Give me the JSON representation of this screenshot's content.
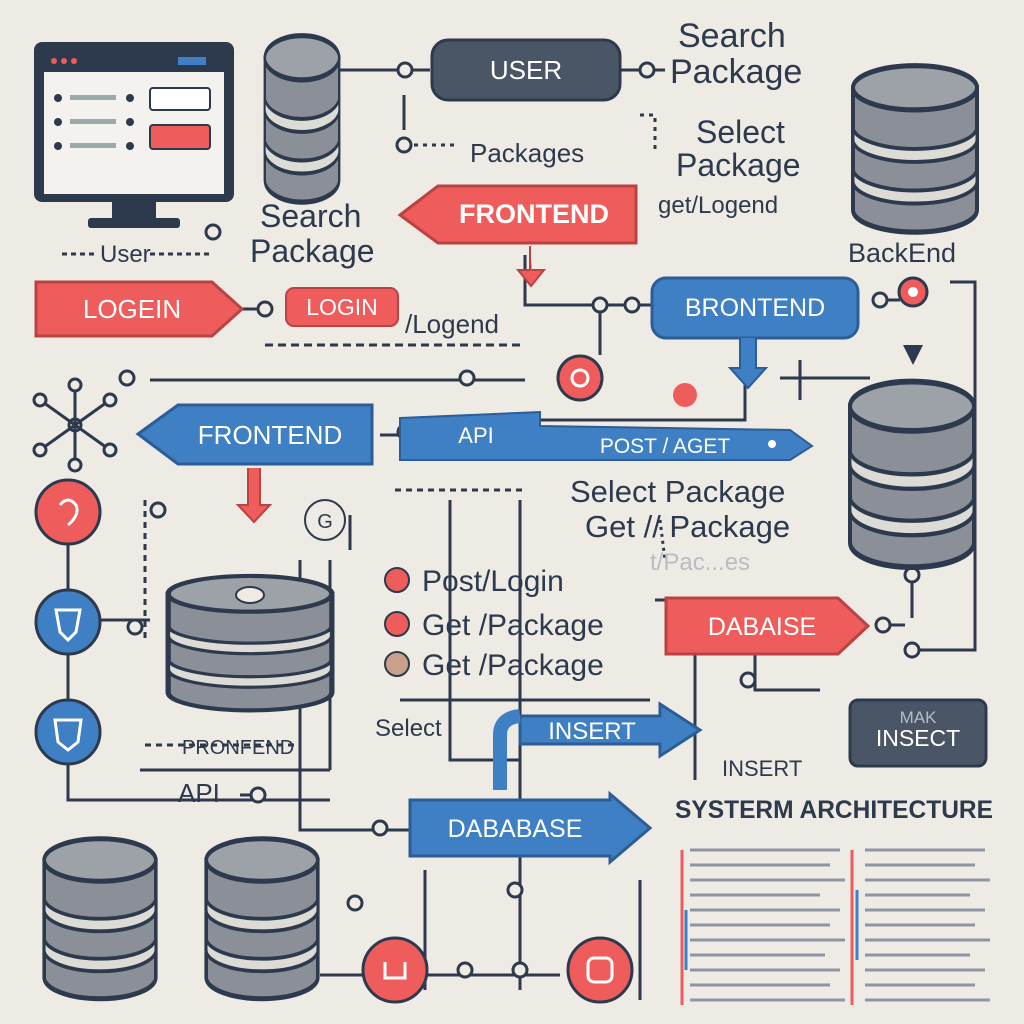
{
  "title": "SYSTERM ARCHITECTURE",
  "colors": {
    "background": "#eeebe4",
    "blue": "#3f7fc4",
    "blue_dark": "#2c5d97",
    "red": "#ee5c5c",
    "red_dark": "#b94343",
    "slate": "#4a5566",
    "cylinder": "#8b8f97",
    "cylinder_band": "#dcdbd6",
    "line": "#2d3a4d"
  },
  "nodes": {
    "user_pill": "USER",
    "frontend_top": "FRONTEND",
    "login_pill": "LOGEIN",
    "login_small": "LOGIN",
    "brontend": "BRONTEND",
    "frontend_mid": "FRONTEND",
    "api_pill": "API",
    "post_aget": "POST / AGET",
    "dabaise": "DABAISE",
    "insert_arrow": "INSERT",
    "dabase_arrow": "DABABASE",
    "mak_insect_top": "MAK",
    "mak_insect_bottom": "INSECT"
  },
  "labels": {
    "search_package_top": [
      "Search",
      "Package"
    ],
    "select_package_top": [
      "Select",
      "Package"
    ],
    "get_logend": "get/Logend",
    "packages": "Packages",
    "search_package_mid": [
      "Search",
      "Package"
    ],
    "user": "User",
    "backend": "BackEnd",
    "logend": "/Logend",
    "select_package_mid": [
      "Select Package",
      "Get // Package"
    ],
    "faded_packages": "t/Pac...es",
    "select": "Select",
    "pronfend": "PRONFEND",
    "api": "API",
    "insert": "INSERT",
    "icon_letter": "G"
  },
  "legend": [
    {
      "text": "Post/Login",
      "color": "#ee5c5c"
    },
    {
      "text": "Get /Package",
      "color": "#ee5c5c"
    },
    {
      "text": "Get /Package",
      "color": "#c9a08a"
    }
  ]
}
